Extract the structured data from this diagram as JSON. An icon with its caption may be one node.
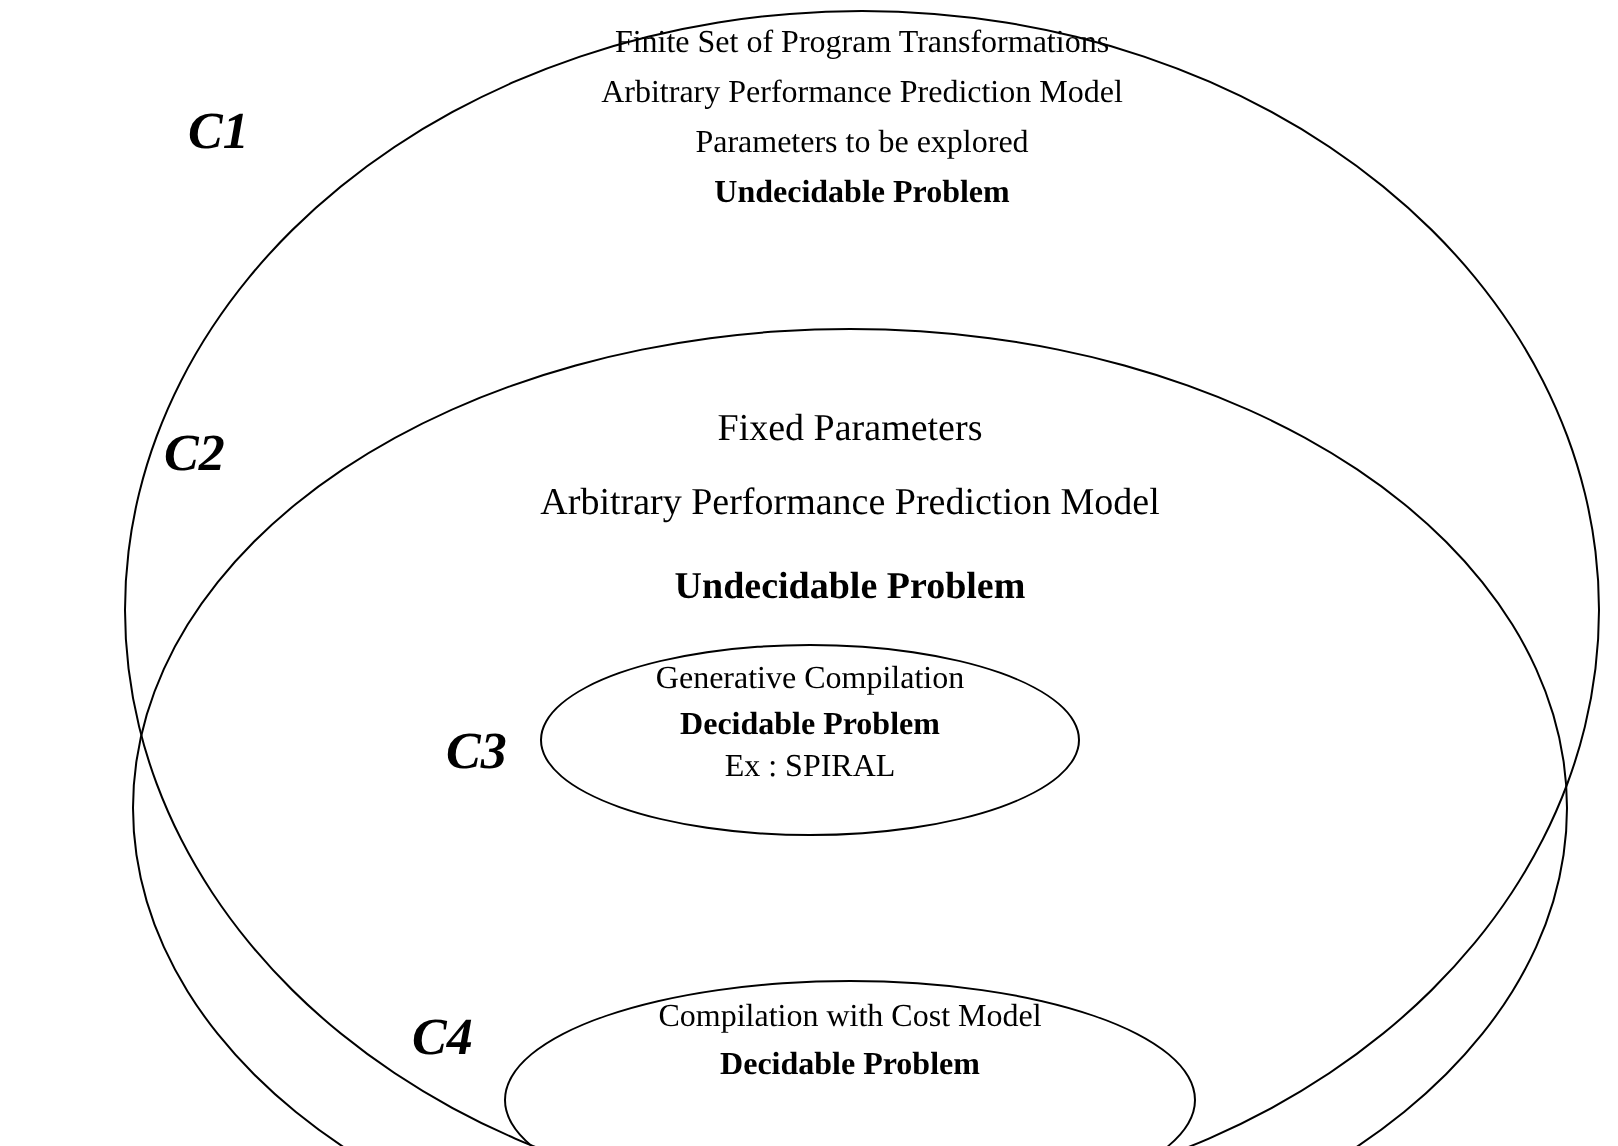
{
  "diagram": {
    "nodes": [
      {
        "text": [
          "Finite Set of Program Transformations",
          "Arbitrary Performance Prediction Model",
          "Parameters to be explored",
          "Undecidable Problem"
        ],
        "beside": [
          "C1"
        ]
      },
      {
        "text": [
          "Fixed Parameters",
          "Arbitrary Performance Prediction Model",
          "Undecidable Problem"
        ],
        "beside": [
          "C2"
        ],
        "in": 0
      },
      {
        "text": [
          "Generative Compilation",
          "Decidable Problem",
          "Ex : SPIRAL"
        ],
        "beside": [
          "C3"
        ],
        "in": 1
      },
      {
        "text": [
          "Compilation with Cost Model",
          "Decidable Problem"
        ],
        "beside": [
          "C4"
        ],
        "in": 1
      }
    ],
    "edges": []
  }
}
